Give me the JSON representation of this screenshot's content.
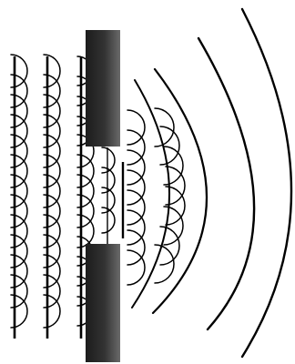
{
  "diagram": {
    "kind": "huygens-diffraction-single-slit",
    "incident_wavefronts": 3,
    "slit_count": 1,
    "transmitted_wavefronts": 4,
    "colors": {
      "stroke": "#000000",
      "barrier_dark": "#1c1c1c",
      "barrier_light": "#6a6a6a",
      "background": "#ffffff"
    }
  }
}
